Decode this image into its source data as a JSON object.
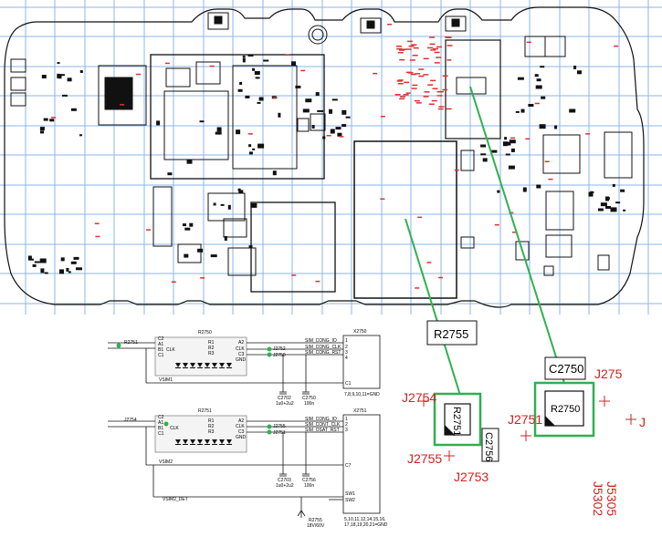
{
  "board_labels": {
    "r2755_callout": "R2755",
    "c2750_callout": "C2750",
    "r2751_zoom": "R2751",
    "r2750_zoom": "R2750",
    "c2756": "C2756",
    "j2754": "J2754",
    "j2755": "J2755",
    "j2753": "J2753",
    "j2751": "J2751",
    "j2750_partial": "J275",
    "j_partial": "J",
    "j5302": "J5302",
    "j5305": "J5305"
  },
  "schematic_top": {
    "chip_ref": "R2750",
    "connector_ref": "X2750",
    "ref_left": "R2751",
    "net_label": "VSIM1",
    "pin_c2": "C2",
    "pin_a1": "A1",
    "pin_b1": "B1",
    "pin_c1": "C1",
    "pin_a2": "A2",
    "pin_c3": "C3",
    "pin_clk_l": "CLK",
    "pin_clk_r": "CLK",
    "pin_r1": "R1",
    "pin_r2": "R2",
    "pin_r3": "R3",
    "pin_gnd": "GND",
    "net_io": "SIM_CONG_IO",
    "net_clk": "SIM_CONG_CLK",
    "net_rst": "SIM_CONG_RST",
    "pin1": "1",
    "pin2": "2",
    "pin3": "3",
    "pin4": "4",
    "pin_c1_conn": "C1",
    "gnd_pins": "7,8,9,10,11=GND",
    "cap_a_ref": "C2702",
    "cap_a_val": "1u0+2u2",
    "cap_b_ref": "C2750",
    "cap_b_val": "100n",
    "ref_j2752": "J2752",
    "ref_j2750": "J2750"
  },
  "schematic_bottom": {
    "chip_ref": "R2751",
    "connector_ref": "X2751",
    "ref_left": "J2754",
    "net_label": "VSIM2",
    "det_label": "VSIM2_DET",
    "pin_c2": "C2",
    "pin_a1": "A1",
    "pin_b1": "B1",
    "pin_c1": "C1",
    "pin_a2": "A2",
    "pin_c3": "C3",
    "pin_clk_l": "CLK",
    "pin_clk_r": "CLK",
    "pin_r1": "R1",
    "pin_r2": "R2",
    "pin_r3": "R3",
    "pin_gnd": "GND",
    "net_io": "SIM_CONG_IO",
    "net_clk": "SIM_CONT_CLK",
    "net_rst": "SIM_OSAT_RST",
    "pin1": "1",
    "pin2": "2",
    "pin3": "3",
    "pin_c7": "C7",
    "sw1": "SW1",
    "sw2": "SW2",
    "gnd_pins": "5,10,11,12,14,15,16,",
    "gnd_pins2": "17,18,19,20,21=GND",
    "cap_a_ref": "C2703",
    "cap_a_val": "1u0+2u2",
    "cap_b_ref": "C2756",
    "cap_b_val": "100n",
    "tvs_ref": "R2755",
    "tvs_val": "18V/60V",
    "ref_j2753": "J2755",
    "ref_j2751": "J2751"
  }
}
